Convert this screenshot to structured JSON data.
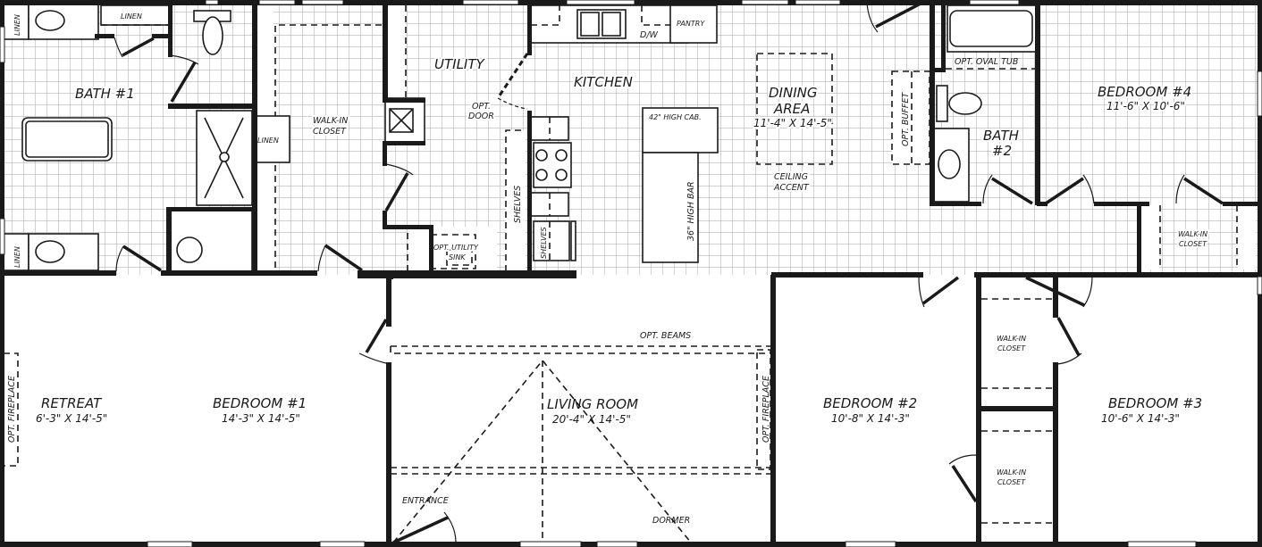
{
  "plan": {
    "rooms": {
      "bath1": {
        "label": "BATH #1"
      },
      "linen_top_left": {
        "label": "LINEN"
      },
      "linen_top": {
        "label": "LINEN"
      },
      "linen_bottom_left": {
        "label": "LINEN"
      },
      "linen_mid": {
        "label": "LINEN"
      },
      "walkin_closet_master": {
        "label1": "WALK-IN",
        "label2": "CLOSET"
      },
      "utility": {
        "label": "UTILITY"
      },
      "opt_door": {
        "label1": "OPT.",
        "label2": "DOOR"
      },
      "opt_utility_sink": {
        "label1": "OPT. UTILITY",
        "label2": "SINK"
      },
      "shelves_utility": {
        "label": "SHELVES"
      },
      "shelves_kitchen": {
        "label": "SHELVES"
      },
      "kitchen": {
        "label": "KITCHEN"
      },
      "dw": {
        "label": "D/W"
      },
      "pantry": {
        "label": "PANTRY"
      },
      "high_cab": {
        "label": "42\" HIGH CAB."
      },
      "high_bar": {
        "label": "36\" HIGH BAR"
      },
      "dining": {
        "label1": "DINING",
        "label2": "AREA",
        "dims": "11'-4\" X 14'-5\""
      },
      "ceiling_accent": {
        "label1": "CEILING",
        "label2": "ACCENT"
      },
      "opt_buffet": {
        "label": "OPT. BUFFET"
      },
      "opt_oval_tub": {
        "label": "OPT. OVAL TUB"
      },
      "bath2": {
        "label1": "BATH",
        "label2": "#2"
      },
      "bedroom4": {
        "label": "BEDROOM #4",
        "dims": "11'-6\" X 10'-6\""
      },
      "walkin_closet_br4": {
        "label1": "WALK-IN",
        "label2": "CLOSET"
      },
      "retreat": {
        "label": "RETREAT",
        "dims": "6'-3\" X 14'-5\""
      },
      "opt_fireplace_retreat": {
        "label": "OPT. FIREPLACE"
      },
      "bedroom1": {
        "label": "BEDROOM #1",
        "dims": "14'-3\" X 14'-5\""
      },
      "living_room": {
        "label": "LIVING ROOM",
        "dims": "20'-4\" X 14'-5\""
      },
      "opt_beams": {
        "label": "OPT. BEAMS"
      },
      "opt_fireplace_living": {
        "label": "OPT. FIREPLACE"
      },
      "entrance": {
        "label": "ENTRANCE"
      },
      "dormer": {
        "label": "DORMER"
      },
      "bedroom2": {
        "label": "BEDROOM #2",
        "dims": "10'-8\" X 14'-3\""
      },
      "walkin_closet_br2": {
        "label1": "WALK-IN",
        "label2": "CLOSET"
      },
      "walkin_closet_br3": {
        "label1": "WALK-IN",
        "label2": "CLOSET"
      },
      "bedroom3": {
        "label": "BEDROOM #3",
        "dims": "10'-6\" X 14'-3\""
      }
    },
    "colors": {
      "wall": "#1a1a1a",
      "grid": "#b5b5b5",
      "background": "#ffffff"
    }
  }
}
